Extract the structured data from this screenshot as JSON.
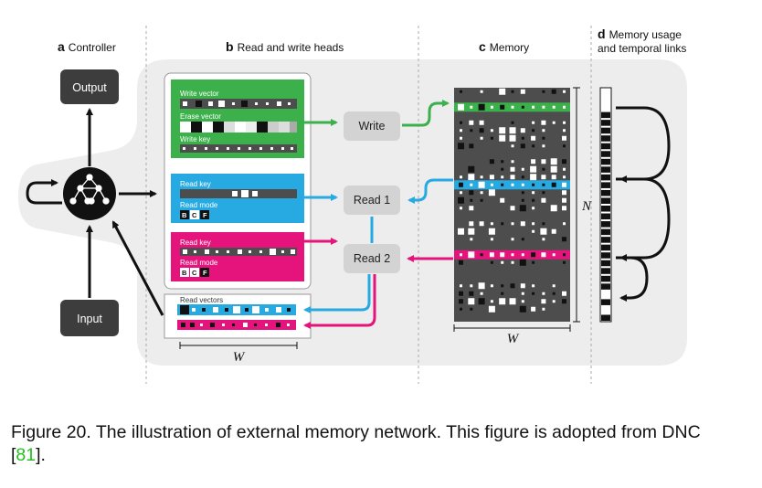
{
  "sections": {
    "a": {
      "letter": "a",
      "title": "Controller"
    },
    "b": {
      "letter": "b",
      "title": "Read and write heads"
    },
    "c": {
      "letter": "c",
      "title": "Memory"
    },
    "d": {
      "letter": "d",
      "title_line1": "Memory usage",
      "title_line2": "and temporal links"
    }
  },
  "controller": {
    "output": "Output",
    "input": "Input"
  },
  "heads": {
    "write_vector": "Write vector",
    "erase_vector": "Erase vector",
    "write_key": "Write key",
    "read_key_1": "Read key",
    "read_mode_1": "Read mode",
    "read_key_2": "Read key",
    "read_mode_2": "Read mode",
    "read_vectors": "Read vectors",
    "mode_b": "B",
    "mode_c": "C",
    "mode_f": "F",
    "w_label": "W"
  },
  "ops": {
    "write": "Write",
    "read1": "Read 1",
    "read2": "Read 2"
  },
  "memory": {
    "n_label": "N",
    "w_label": "W"
  },
  "colors": {
    "write": "#3cb04b",
    "read1": "#27a9e1",
    "read2": "#e4147c",
    "memory_bg": "#4d4d4d",
    "panel": "#ededed"
  },
  "caption": {
    "text": "Figure 20. The illustration of external memory network. This figure is adopted from DNC [",
    "ref": "81",
    "end": "]."
  }
}
